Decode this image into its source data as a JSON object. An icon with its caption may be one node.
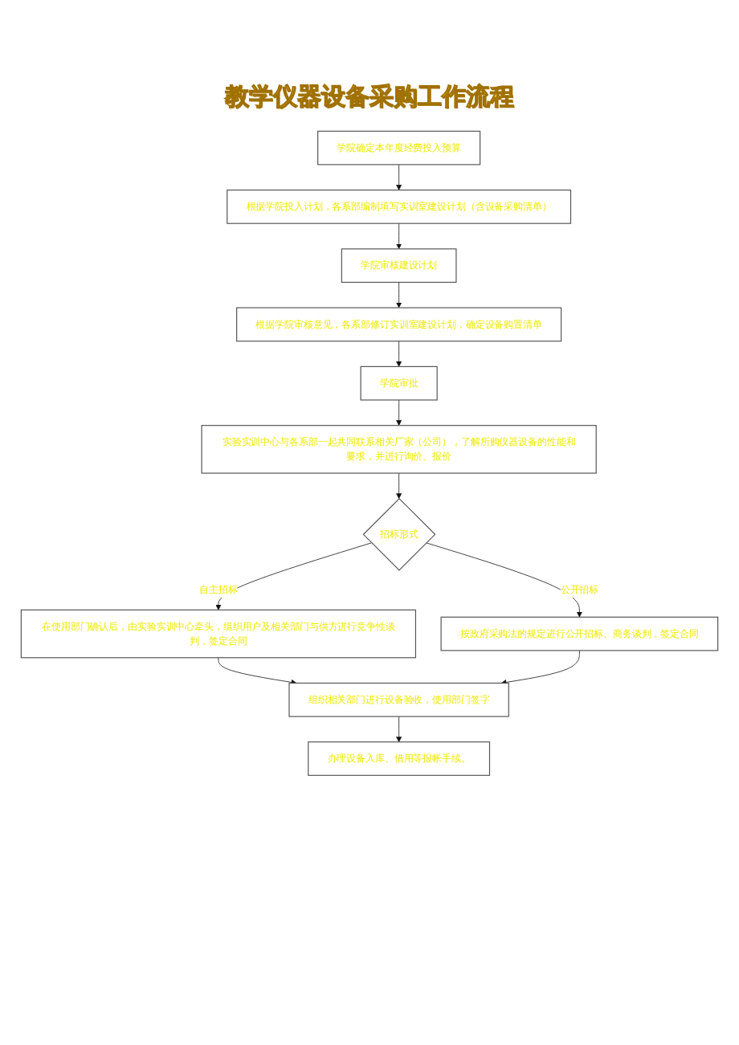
{
  "diagram": {
    "title": "教学仪器设备采购工作流程",
    "nodes": [
      {
        "text": [
          "学院确定本年度经费投入预算"
        ]
      },
      {
        "text": [
          "根据学院投入计划，各系部编制填写实训室建设计划（含设备采购清单）"
        ]
      },
      {
        "text": [
          "学院审核建设计划"
        ]
      },
      {
        "text": [
          "根据学院审核意见，各系部修订实训室建设计划，确定设备购置清单"
        ]
      },
      {
        "text": [
          "学院审批"
        ]
      },
      {
        "text": [
          "实验实训中心与各系部一起共同联系相关厂家（公司），了解所购仪器设备的性能和要求，并进行询价、报价"
        ]
      },
      {
        "text": [
          "招标形式"
        ]
      },
      {
        "text": [
          "在使用部门确认后，由实验实训中心牵头，组织用户及相关部门与供方进行竞争性谈判，签定合同"
        ]
      },
      {
        "text": [
          "按政府采购法的规定进行公开招标、商务谈判，签定合同"
        ]
      },
      {
        "text": [
          "组织相关部门进行设备验收，使用部门签字"
        ]
      },
      {
        "text": [
          "办理设备入库、借用等报帐手续。"
        ]
      }
    ],
    "edges": [
      {
        "from": 0,
        "to": 1,
        "arrow": "to"
      },
      {
        "from": 1,
        "to": 2,
        "arrow": "to"
      },
      {
        "from": 2,
        "to": 3,
        "arrow": "to"
      },
      {
        "from": 3,
        "to": 4,
        "arrow": "to"
      },
      {
        "from": 4,
        "to": 5,
        "arrow": "to"
      },
      {
        "from": 5,
        "to": 6,
        "arrow": "to"
      },
      {
        "from": 6,
        "to": 7,
        "arrow": "to",
        "label": "自主招标"
      },
      {
        "from": 6,
        "to": 8,
        "arrow": "to",
        "label": "公开招标"
      },
      {
        "from": 7,
        "to": 9,
        "arrow": "to"
      },
      {
        "from": 8,
        "to": 9,
        "arrow": "to"
      },
      {
        "from": 9,
        "to": 10,
        "arrow": "to"
      }
    ]
  }
}
